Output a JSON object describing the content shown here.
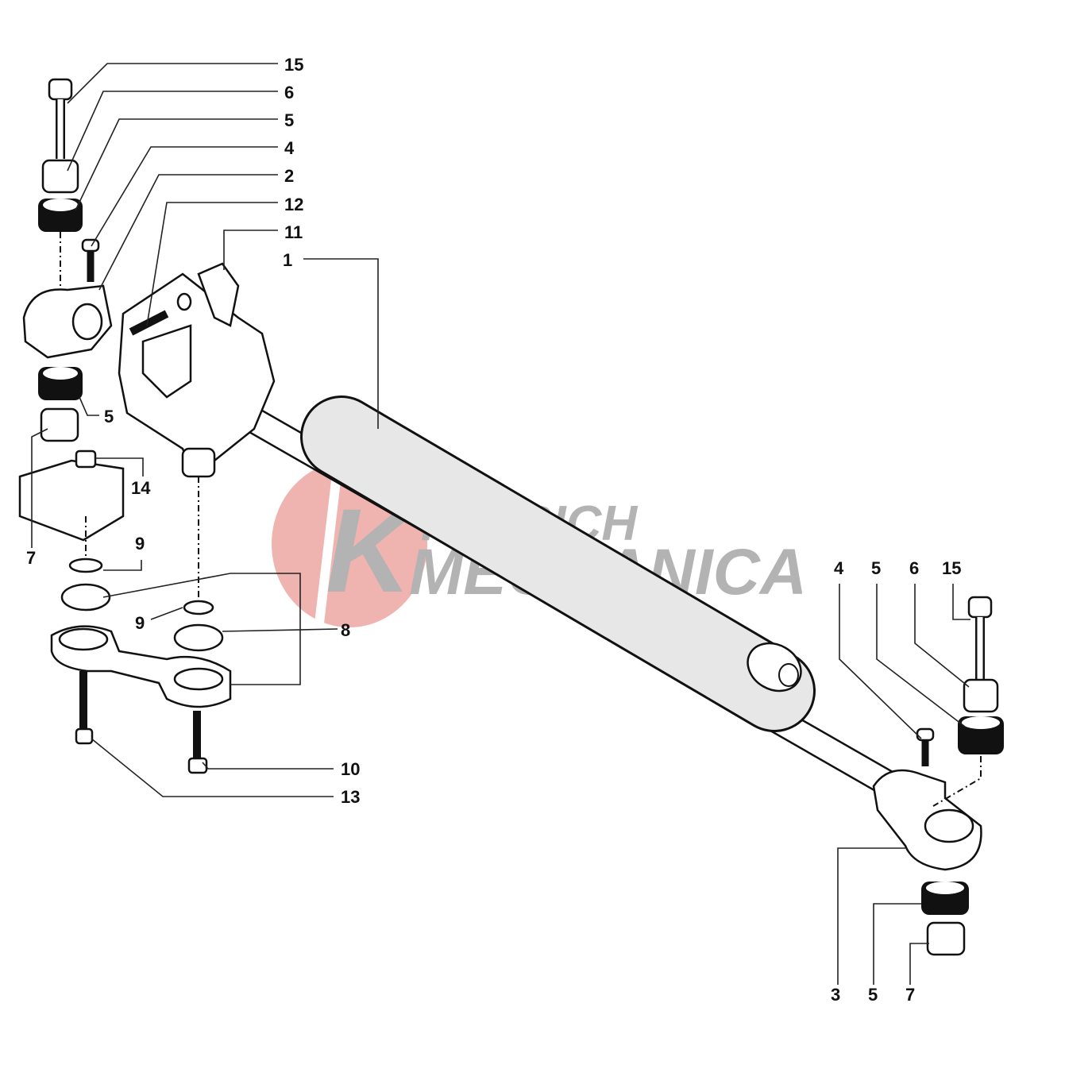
{
  "diagram": {
    "title": "Steering damper exploded parts diagram",
    "watermark": {
      "line1": "REJBICH",
      "line2": "MECCANICA",
      "initial": "K",
      "circle_color": "#f0b4b0",
      "text_color": "#b3b3b3"
    },
    "callouts": [
      {
        "id": "c15a",
        "label": "15"
      },
      {
        "id": "c6a",
        "label": "6"
      },
      {
        "id": "c5a",
        "label": "5"
      },
      {
        "id": "c4a",
        "label": "4"
      },
      {
        "id": "c2",
        "label": "2"
      },
      {
        "id": "c12",
        "label": "12"
      },
      {
        "id": "c11",
        "label": "11"
      },
      {
        "id": "c1",
        "label": "1"
      },
      {
        "id": "c5b",
        "label": "5"
      },
      {
        "id": "c14",
        "label": "14"
      },
      {
        "id": "c7a",
        "label": "7"
      },
      {
        "id": "c9a",
        "label": "9"
      },
      {
        "id": "c9b",
        "label": "9"
      },
      {
        "id": "c8",
        "label": "8"
      },
      {
        "id": "c10",
        "label": "10"
      },
      {
        "id": "c13",
        "label": "13"
      },
      {
        "id": "c4b",
        "label": "4"
      },
      {
        "id": "c5c",
        "label": "5"
      },
      {
        "id": "c6b",
        "label": "6"
      },
      {
        "id": "c15b",
        "label": "15"
      },
      {
        "id": "c3",
        "label": "3"
      },
      {
        "id": "c5d",
        "label": "5"
      },
      {
        "id": "c7b",
        "label": "7"
      }
    ]
  }
}
